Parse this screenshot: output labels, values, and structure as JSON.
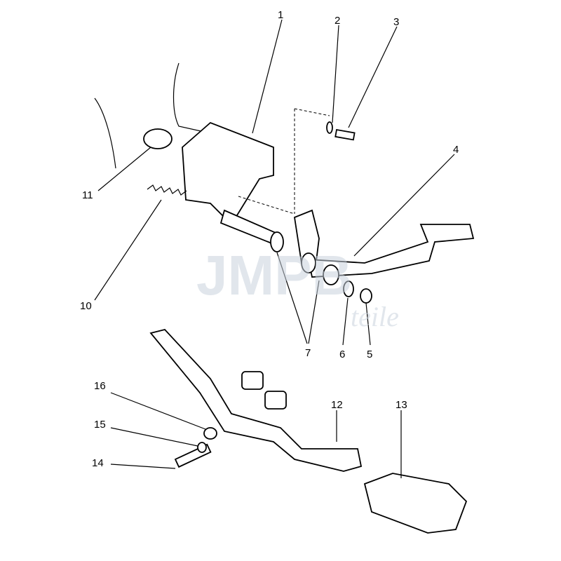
{
  "watermark": {
    "main": "JMPB",
    "sub": "teile"
  },
  "callouts": [
    {
      "id": "1",
      "label": "1"
    },
    {
      "id": "2",
      "label": "2"
    },
    {
      "id": "3",
      "label": "3"
    },
    {
      "id": "4",
      "label": "4"
    },
    {
      "id": "5",
      "label": "5"
    },
    {
      "id": "6",
      "label": "6"
    },
    {
      "id": "7",
      "label": "7"
    },
    {
      "id": "10",
      "label": "10"
    },
    {
      "id": "11",
      "label": "11"
    },
    {
      "id": "12",
      "label": "12"
    },
    {
      "id": "13",
      "label": "13"
    },
    {
      "id": "14",
      "label": "14"
    },
    {
      "id": "15",
      "label": "15"
    },
    {
      "id": "16",
      "label": "16"
    }
  ]
}
